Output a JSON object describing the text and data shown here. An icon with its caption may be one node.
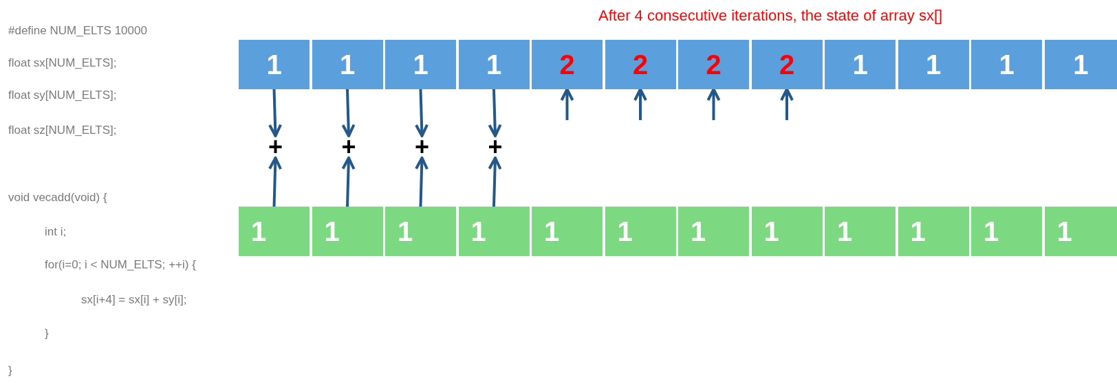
{
  "diagram": {
    "nodes": [
      {
        "text": [
          "1"
        ]
      },
      {
        "text": [
          "1"
        ]
      },
      {
        "text": [
          "1"
        ]
      },
      {
        "text": [
          "1"
        ]
      },
      {
        "text": [
          "2"
        ]
      },
      {
        "text": [
          "2"
        ]
      },
      {
        "text": [
          "2"
        ]
      },
      {
        "text": [
          "2"
        ]
      },
      {
        "text": [
          "1"
        ]
      },
      {
        "text": [
          "1"
        ]
      },
      {
        "text": [
          "1"
        ]
      },
      {
        "text": [
          "1"
        ]
      },
      {
        "text": [
          "+"
        ]
      },
      {
        "text": [
          "+"
        ]
      },
      {
        "text": [
          "+"
        ]
      },
      {
        "text": [
          "+"
        ]
      },
      {
        "text": [
          "1"
        ]
      },
      {
        "text": [
          "1"
        ]
      },
      {
        "text": [
          "1"
        ]
      },
      {
        "text": [
          "1"
        ]
      },
      {
        "text": [
          "1"
        ]
      },
      {
        "text": [
          "1"
        ]
      },
      {
        "text": [
          "1"
        ]
      },
      {
        "text": [
          "1"
        ]
      },
      {
        "text": [
          "1"
        ]
      },
      {
        "text": [
          "1"
        ]
      },
      {
        "text": [
          "1"
        ]
      },
      {
        "text": [
          "1"
        ]
      }
    ],
    "edges": [
      {
        "from": 0,
        "to": 12,
        "arrow": "to"
      },
      {
        "from": 1,
        "to": 13,
        "arrow": "to"
      },
      {
        "from": 2,
        "to": 14,
        "arrow": "to"
      },
      {
        "from": 3,
        "to": 15,
        "arrow": "to"
      },
      {
        "from": 16,
        "to": 12,
        "arrow": "to"
      },
      {
        "from": 17,
        "to": 13,
        "arrow": "to"
      },
      {
        "from": 18,
        "to": 14,
        "arrow": "to"
      },
      {
        "from": 19,
        "to": 15,
        "arrow": "to"
      },
      {
        "from": null,
        "to": 4,
        "arrow": "to"
      },
      {
        "from": null,
        "to": 5,
        "arrow": "to"
      },
      {
        "from": null,
        "to": 6,
        "arrow": "to"
      },
      {
        "from": null,
        "to": 7,
        "arrow": "to"
      }
    ],
    "labels": [
      "After 4 consecutive iterations, the state of array sx[]",
      "#define NUM_ELTS 10000",
      "float sx[NUM_ELTS];",
      "float sy[NUM_ELTS];",
      "float sz[NUM_ELTS];",
      "void vecadd(void) {",
      "int i;",
      "for(i=0; i < NUM_ELTS; ++i) {",
      "sx[i+4] = sx[i] + sy[i];",
      "}",
      "}"
    ]
  }
}
